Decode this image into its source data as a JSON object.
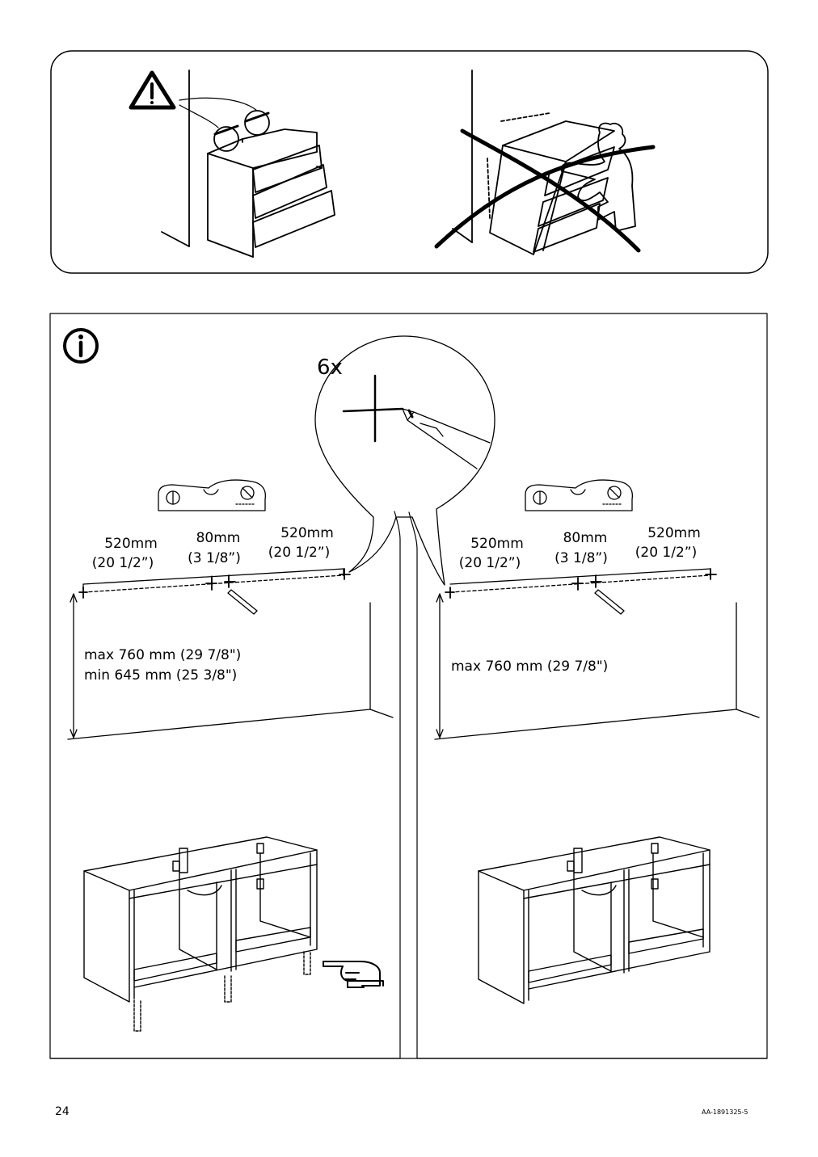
{
  "page": {
    "number": "24",
    "doc_code": "AA-1891325-5"
  },
  "step": {
    "multiplier_label": "6x",
    "left_panel": {
      "dim_1_mm": "520mm",
      "dim_1_in": "(20 1/2”)",
      "dim_2_mm": "80mm",
      "dim_2_in": "(3 1/8”)",
      "dim_3_mm": "520mm",
      "dim_3_in": "(20 1/2”)",
      "height_max": "max 760 mm (29 7/8\")",
      "height_min": "min 645 mm (25 3/8\")"
    },
    "right_panel": {
      "dim_1_mm": "520mm",
      "dim_1_in": "(20 1/2”)",
      "dim_2_mm": "80mm",
      "dim_2_in": "(3 1/8”)",
      "dim_3_mm": "520mm",
      "dim_3_in": "(20 1/2”)",
      "height_max": "max 760 mm (29 7/8\")"
    }
  },
  "icons": {
    "warning": "warning-triangle-icon",
    "info": "info-circle-icon",
    "pointing_hand": "pointing-hand-icon"
  }
}
